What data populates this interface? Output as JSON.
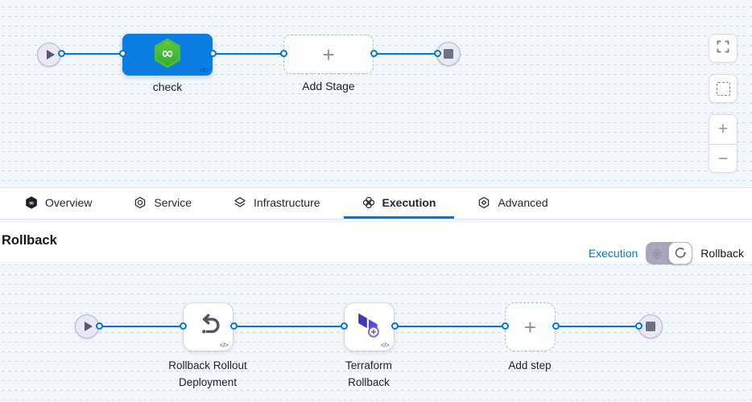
{
  "palette": {
    "accent_blue": "#0278d5",
    "stage_node_blue": "#0b7ce2",
    "canvas_bg": "#f1f7fa",
    "canvas_dot": "#c9d4e0",
    "harness_green": "#42b02a",
    "terraform_purple": "#5446d6",
    "endcap_fill": "#eae8f4",
    "text_dark": "#1d1d2c",
    "toggle_track": "#a9a5bd"
  },
  "glyphs": {
    "plus": "+",
    "minus": "−",
    "code": "</>",
    "infinity": "∞"
  },
  "top_pipeline": {
    "stage_label": "check",
    "add_stage_label": "Add Stage"
  },
  "tabs": {
    "active": "Execution",
    "items": [
      {
        "label": "Overview"
      },
      {
        "label": "Service"
      },
      {
        "label": "Infrastructure"
      },
      {
        "label": "Execution"
      },
      {
        "label": "Advanced"
      }
    ]
  },
  "rollback_section": {
    "title": "Rollback",
    "mode_toggle": {
      "execution_label": "Execution",
      "rollback_label": "Rollback",
      "selected": "Rollback"
    },
    "pipeline": {
      "steps": [
        {
          "label": "Rollback Rollout Deployment"
        },
        {
          "label": "Terraform Rollback"
        }
      ],
      "add_step_label": "Add step"
    }
  }
}
